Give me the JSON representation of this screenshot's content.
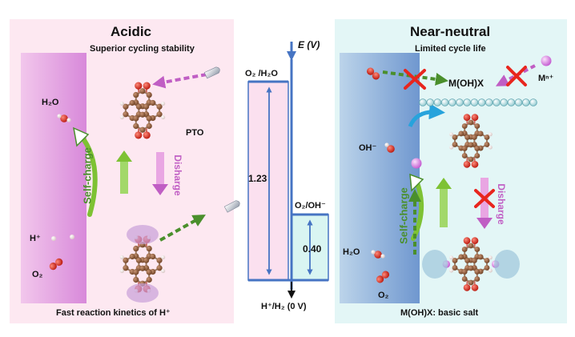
{
  "acidic": {
    "title": "Acidic",
    "subtitle": "Superior cycling stability",
    "footer": "Fast reaction kinetics of H⁺",
    "molecule_label": "PTO",
    "species": {
      "water": "H₂O",
      "proton": "H⁺",
      "oxygen": "O₂"
    },
    "self_charge": "Self-charge",
    "discharge": "Disharge"
  },
  "neutral": {
    "title": "Near-neutral",
    "subtitle": "Limited cycle life",
    "footer": "M(OH)X: basic salt",
    "salt_label": "M(OH)X",
    "metal_ion": "Mⁿ⁺",
    "species": {
      "hydroxide": "OH⁻",
      "water": "H₂O",
      "oxygen": "O₂"
    },
    "self_charge": "Self-charge",
    "discharge": "Disharge"
  },
  "energy_diagram": {
    "axis_label": "E (V)",
    "top_couple": "O₂ /H₂O",
    "mid_couple": "O₂/OH⁻",
    "bottom_couple": "H⁺/H₂  (0 V)",
    "gap_acidic": "1.23",
    "gap_neutral": "0.40"
  },
  "colors": {
    "acidic_bg": "#fde8f1",
    "neutral_bg": "#e3f6f6",
    "carbon": "#8a5a3c",
    "oxygen": "#d42a1e",
    "hydrogen": "#f2e3e1",
    "axis_blue": "#4674c3",
    "green_arrow": "#7ec234",
    "purple_arrow": "#c05ec4",
    "red_cross": "#e8261e"
  }
}
